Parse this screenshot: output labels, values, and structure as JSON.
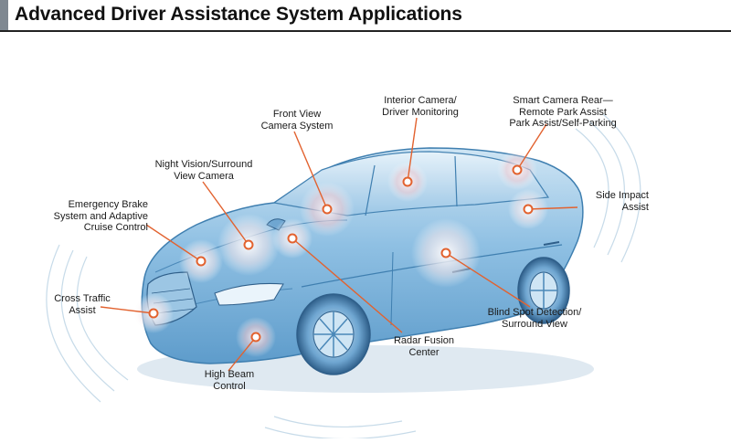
{
  "header": {
    "title": "Advanced Driver Assistance System Applications"
  },
  "colors": {
    "callout": "#e2622f",
    "car_body": "#7fb7de",
    "car_edge": "#3f7fb0",
    "accent_bar": "#7f8891",
    "rule": "#222222"
  },
  "labels": {
    "front_view": [
      "Front View",
      "Camera System"
    ],
    "interior_camera": [
      "Interior Camera/",
      "Driver Monitoring"
    ],
    "smart_camera": [
      "Smart Camera Rear—",
      "Remote Park Assist",
      "Park Assist/Self-Parking"
    ],
    "night_vision": [
      "Night Vision/Surround",
      "View Camera"
    ],
    "emergency_brake": [
      "Emergency Brake",
      "System and Adaptive",
      "Cruise Control"
    ],
    "side_impact": [
      "Side Impact",
      "Assist"
    ],
    "cross_traffic": [
      "Cross Traffic",
      "Assist"
    ],
    "blind_spot": [
      "Blind Spot Detection/",
      "Surround View"
    ],
    "radar_fusion": [
      "Radar Fusion",
      "Center"
    ],
    "high_beam": [
      "High Beam",
      "Control"
    ]
  }
}
